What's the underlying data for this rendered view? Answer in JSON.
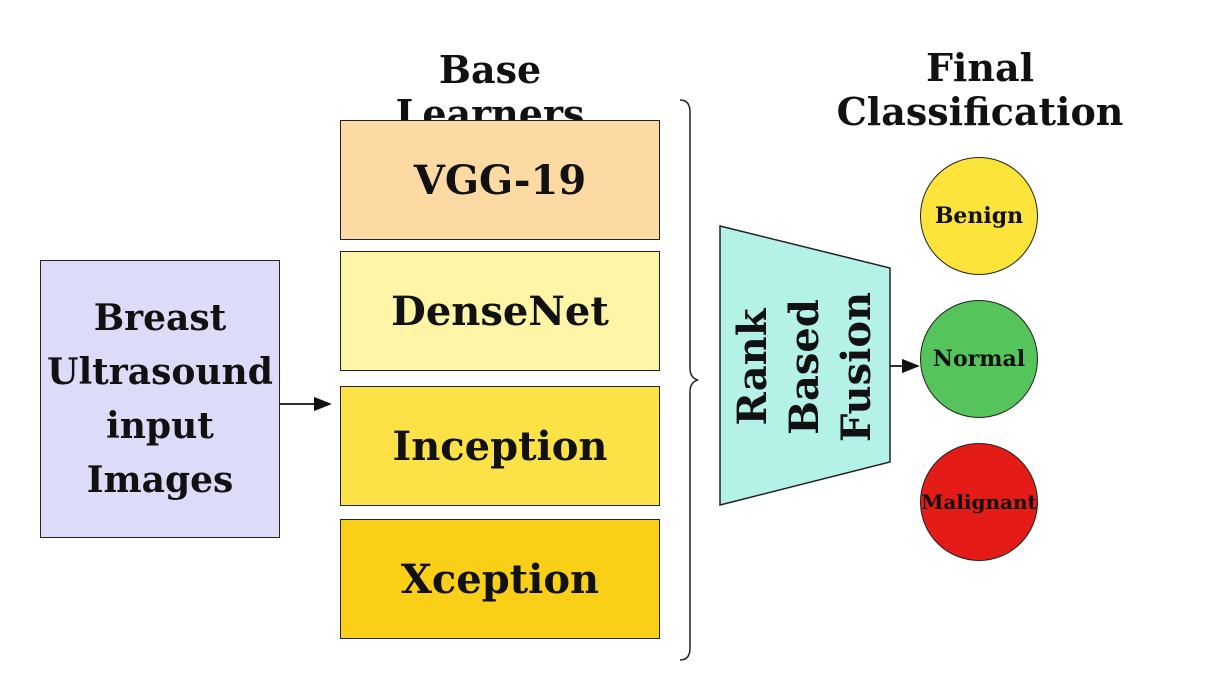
{
  "headings": {
    "base_learners": "Base Learners",
    "final_line1": "Final",
    "final_line2": "Classification"
  },
  "input": {
    "lines": [
      "Breast",
      "Ultrasound",
      "input",
      "Images"
    ],
    "color": "#dcdcf8"
  },
  "learners": [
    {
      "label": "VGG-19",
      "color": "#fdd9a4"
    },
    {
      "label": "DenseNet",
      "color": "#fef6a6"
    },
    {
      "label": "Inception",
      "color": "#fde247"
    },
    {
      "label": "Xception",
      "color": "#f9cf17"
    }
  ],
  "fusion": {
    "lines": [
      "Rank",
      "Based",
      "Fusion"
    ],
    "color": "#b4f1e6"
  },
  "classes": [
    {
      "label": "Benign",
      "color": "#fde43a"
    },
    {
      "label": "Normal",
      "color": "#55c45a"
    },
    {
      "label": "Malignant",
      "color": "#e41b17"
    }
  ]
}
